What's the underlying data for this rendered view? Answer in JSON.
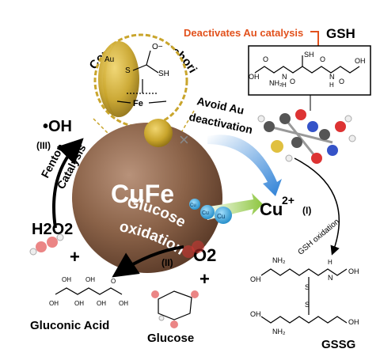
{
  "colors": {
    "particle": "#8a6248",
    "gold": "#c9a52c",
    "accent_red": "#e2511c",
    "blue_arrow": "#2a7fd6",
    "green_arrow": "#8dc63f",
    "cu_ion": "#3aa8e0"
  },
  "labels": {
    "covalent_anchoring": "Covalent Au anchoring",
    "deactivates": "Deactivates Au catalysis",
    "gsh": "GSH",
    "avoid_line1": "Avoid Au",
    "avoid_line2": "deactivation",
    "oh": "•OH",
    "step3": "(III)",
    "fenton_line1": "Fenton",
    "fenton_line2": "Catalysis",
    "cufe": "CuFe",
    "glucose_ox_line1": "Glucose",
    "glucose_ox_line2": "oxidation",
    "h2o2": "H2O2",
    "plus_left": "+",
    "o2": "O2",
    "plus_right": "+",
    "step2": "(II)",
    "gluconic_acid": "Gluconic Acid",
    "glucose": "Glucose",
    "cu2": "Cu",
    "cu2_sup": "2+",
    "step1": "(I)",
    "gsh_oxidation": "GSH oxidation",
    "gssg": "GSSG",
    "cu_small_1": "Cu",
    "cu_small_2": "Cu",
    "cu_small_3": "Cu"
  },
  "inset": {
    "au": "Au",
    "s": "S",
    "sh": "SH",
    "fe": "Fe",
    "o_minus": "O−"
  },
  "gsh_structure": {
    "sh": "SH",
    "nh2": "NH₂",
    "oh1": "OH",
    "oh2": "OH",
    "o1": "O",
    "o2": "O",
    "o3": "O",
    "o4": "O",
    "h1": "H",
    "h2": "H",
    "n1": "N",
    "n2": "N"
  },
  "gssg_structure": {
    "nh2_top": "NH₂",
    "nh2_bot": "NH₂",
    "oh_tl": "OH",
    "oh_tr": "OH",
    "oh_bl": "OH",
    "oh_br": "OH",
    "s_top": "S",
    "s_bot": "S",
    "n": "N",
    "h": "H"
  },
  "gluconic_structure": {
    "oh1": "OH",
    "oh2": "OH",
    "oh3": "OH",
    "oh4": "OH",
    "oh5": "OH",
    "oh6": "OH",
    "o": "O"
  }
}
